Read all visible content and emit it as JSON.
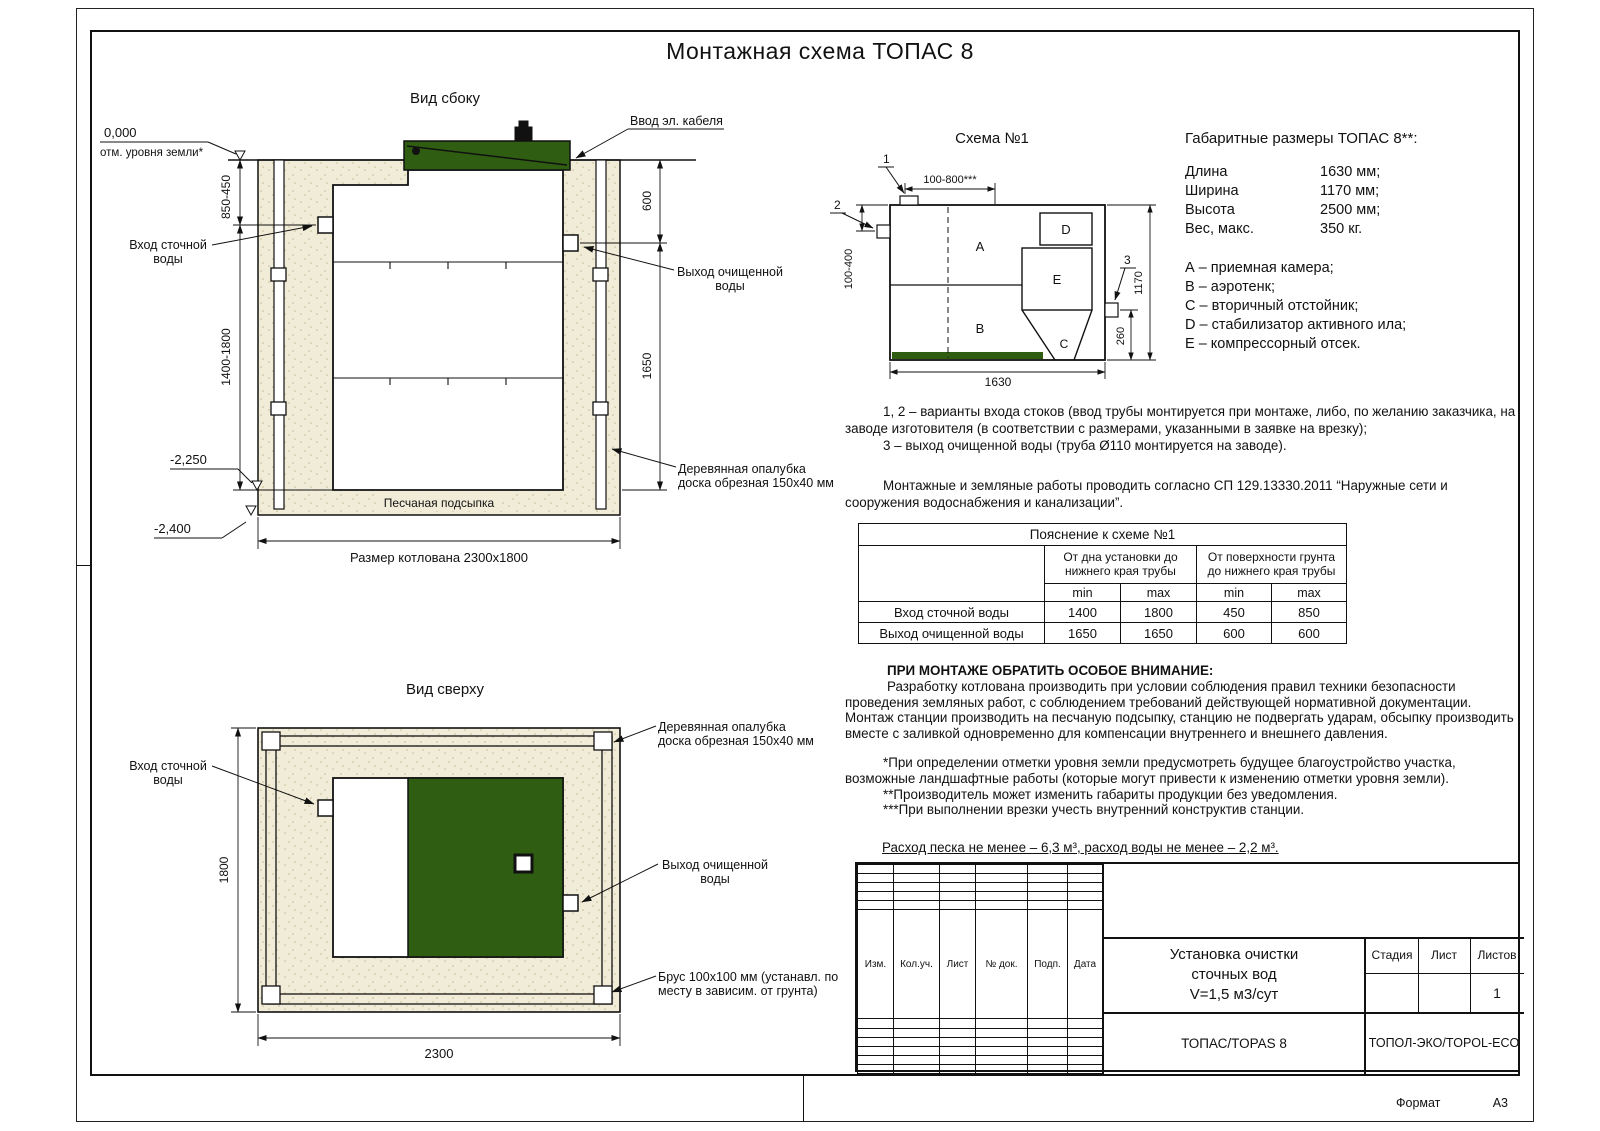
{
  "title": "Монтажная схема ТОПАС 8",
  "colors": {
    "green": "#2f5e12",
    "sand": "#f1ecd8"
  },
  "side_view": {
    "heading": "Вид сбоку",
    "level_zero": "0,000",
    "level_zero_note": "отм. уровня земли*",
    "cable_entry": "Ввод эл. кабеля",
    "inlet_label_1": "Вход сточной",
    "inlet_label_2": "воды",
    "outlet_label_1": "Выход очищенной",
    "outlet_label_2": "воды",
    "dim_surface_to_inlet": "850-450",
    "dim_bottom_to_inlet": "1400-1800",
    "dim_surface_to_outlet": "600",
    "dim_bottom_to_outlet": "1650",
    "level_unit_bottom": "-2,250",
    "level_pit_bottom": "-2,400",
    "formwork_label_1": "Деревянная опалубка",
    "formwork_label_2": "доска обрезная 150х40 мм",
    "sand_label": "Песчаная подсыпка",
    "pit_size_label": "Размер котлована 2300х1800"
  },
  "top_view": {
    "heading": "Вид сверху",
    "inlet_label_1": "Вход сточной",
    "inlet_label_2": "воды",
    "outlet_label_1": "Выход очищенной",
    "outlet_label_2": "воды",
    "formwork_label_1": "Деревянная опалубка",
    "formwork_label_2": "доска обрезная 150х40 мм",
    "beam_label_1": "Брус 100х100 мм (устанавл. по",
    "beam_label_2": "месту в зависим. от грунта)",
    "dim_width": "1800",
    "dim_length": "2300"
  },
  "scheme": {
    "heading": "Схема №1",
    "marker_1": "1",
    "marker_2": "2",
    "marker_3": "3",
    "dim_inlet_horizontal": "100-800***",
    "dim_inlet_vertical": "100-400",
    "dim_width": "1170",
    "dim_outlet_height": "260",
    "dim_length": "1630",
    "compartment_a": "A",
    "compartment_b": "B",
    "compartment_c": "C",
    "compartment_d": "D",
    "compartment_e": "E"
  },
  "specs": {
    "heading": "Габаритные размеры ТОПАС 8**:",
    "rows": [
      {
        "label": "Длина",
        "value": "1630 мм;"
      },
      {
        "label": "Ширина",
        "value": "1170 мм;"
      },
      {
        "label": "Высота",
        "value": "2500 мм;"
      },
      {
        "label": "Вес, макс.",
        "value": "350 кг."
      }
    ],
    "legend": [
      "А – приемная камера;",
      "В – аэротенк;",
      "С – вторичный отстойник;",
      "D – стабилизатор активного ила;",
      "Е – компрессорный отсек."
    ]
  },
  "notes": {
    "variants": "1, 2 – варианты входа  стоков (ввод трубы монтируется при монтаже, либо, по желанию заказчика, на заводе изготовителя (в соответствии с размерами, указанными в заявке на врезку);",
    "outlet": "3 – выход очищенной воды (труба Ø110 монтируется на заводе).",
    "regulations": "Монтажные и земляные работы проводить согласно СП 129.13330.2011 “Наружные сети и сооружения водоснабжения и канализации”."
  },
  "table": {
    "title": "Пояснение к схеме №1",
    "group_1": "От дна установки до нижнего края трубы",
    "group_2": "От поверхности грунта до нижнего края трубы",
    "min": "min",
    "max": "max",
    "rows": [
      {
        "label": "Вход сточной воды",
        "from_bottom_min": "1400",
        "from_bottom_max": "1800",
        "from_surface_min": "450",
        "from_surface_max": "850"
      },
      {
        "label": "Выход очищенной воды",
        "from_bottom_min": "1650",
        "from_bottom_max": "1650",
        "from_surface_min": "600",
        "from_surface_max": "600"
      }
    ]
  },
  "attention": {
    "heading": "ПРИ МОНТАЖЕ ОБРАТИТЬ ОСОБОЕ ВНИМАНИЕ:",
    "body": "Разработку котлована производить при условии соблюдения правил техники безопасности проведения земляных работ, с соблюдением требований действующей нормативной документации. Монтаж станции производить на песчаную подсыпку, станцию не подвергать ударам, обсыпку производить вместе с заливкой одновременно для компенсации внутреннего и внешнего давления.",
    "footnote_1": "*При определении отметки уровня земли предусмотреть будущее благоустройство участка, возможные ландшафтные работы (которые могут привести к изменению отметки уровня земли).",
    "footnote_2": "**Производитель может изменить габариты продукции без уведомления.",
    "footnote_3": "***При выполнении врезки учесть внутренний конструктив станции.",
    "consumption": "Расход песка не менее – 6,3 м³, расход воды не менее – 2,2 м³."
  },
  "title_block": {
    "col_headers": [
      "Изм.",
      "Кол.уч.",
      "Лист",
      "№ док.",
      "Подп.",
      "Дата"
    ],
    "project_1": "Установка очистки",
    "project_2": "сточных вод",
    "project_3": "V=1,5 м3/сут",
    "stage_label": "Стадия",
    "sheet_label": "Лист",
    "sheets_label": "Листов",
    "sheets_value": "1",
    "model": "ТОПАС/TOPAS 8",
    "brand": "ТОПОЛ-ЭКО/TOPOL-ECO",
    "format_label": "Формат",
    "format_value": "А3"
  }
}
